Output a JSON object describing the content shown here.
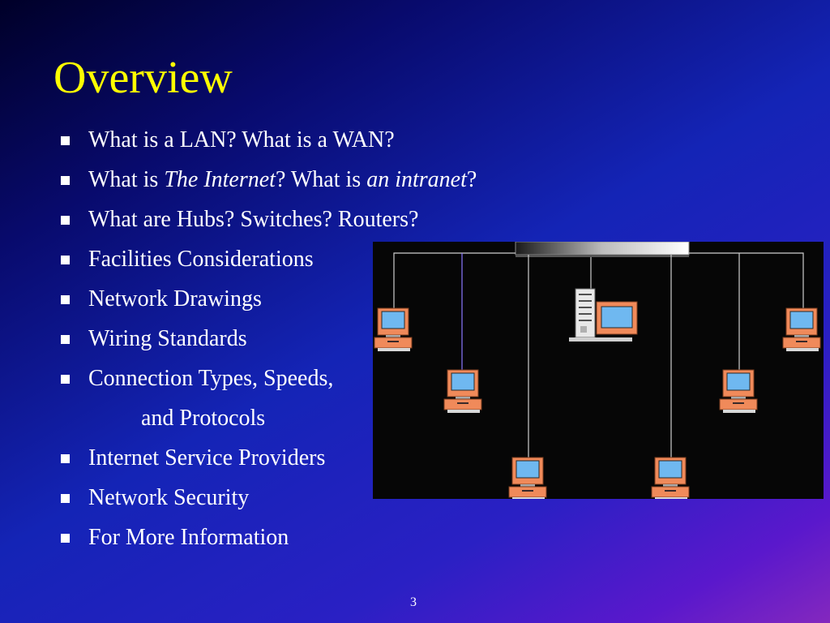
{
  "slide": {
    "title": "Overview",
    "page_number": "3",
    "bullets": [
      {
        "parts": [
          {
            "text": "What is a LAN?  What is a WAN?",
            "style": "normal"
          }
        ],
        "is_sub": false
      },
      {
        "parts": [
          {
            "text": "What is ",
            "style": "normal"
          },
          {
            "text": "The Internet",
            "style": "italic"
          },
          {
            "text": "?  What is ",
            "style": "normal"
          },
          {
            "text": "an intranet",
            "style": "italic"
          },
          {
            "text": "?",
            "style": "normal"
          }
        ],
        "is_sub": false
      },
      {
        "parts": [
          {
            "text": "What are Hubs?  Switches?  Routers?",
            "style": "normal"
          }
        ],
        "is_sub": false
      },
      {
        "parts": [
          {
            "text": "Facilities Considerations",
            "style": "normal"
          }
        ],
        "is_sub": false
      },
      {
        "parts": [
          {
            "text": "Network Drawings",
            "style": "normal"
          }
        ],
        "is_sub": false
      },
      {
        "parts": [
          {
            "text": "Wiring Standards",
            "style": "normal"
          }
        ],
        "is_sub": false
      },
      {
        "parts": [
          {
            "text": "Connection Types, Speeds,",
            "style": "normal"
          }
        ],
        "is_sub": false
      },
      {
        "parts": [
          {
            "text": "and Protocols",
            "style": "normal"
          }
        ],
        "is_sub": true
      },
      {
        "parts": [
          {
            "text": "Internet Service Providers",
            "style": "normal"
          }
        ],
        "is_sub": false
      },
      {
        "parts": [
          {
            "text": "Network Security",
            "style": "normal"
          }
        ],
        "is_sub": false
      },
      {
        "parts": [
          {
            "text": "For More Information",
            "style": "normal"
          }
        ],
        "is_sub": false
      }
    ]
  },
  "colors": {
    "title": "#ffff00",
    "text": "#ffffff",
    "diagram_background": "#060606",
    "computer_case": "#f08a5a",
    "computer_screen": "#6fb8f0"
  },
  "network_diagram": {
    "nodes": [
      {
        "type": "workstation",
        "icon": "desktop-computer-icon"
      },
      {
        "type": "workstation",
        "icon": "desktop-computer-icon"
      },
      {
        "type": "server",
        "icon": "server-tower-icon"
      },
      {
        "type": "workstation",
        "icon": "desktop-computer-icon"
      },
      {
        "type": "workstation",
        "icon": "desktop-computer-icon"
      },
      {
        "type": "workstation",
        "icon": "desktop-computer-icon"
      },
      {
        "type": "workstation",
        "icon": "desktop-computer-icon"
      }
    ]
  }
}
